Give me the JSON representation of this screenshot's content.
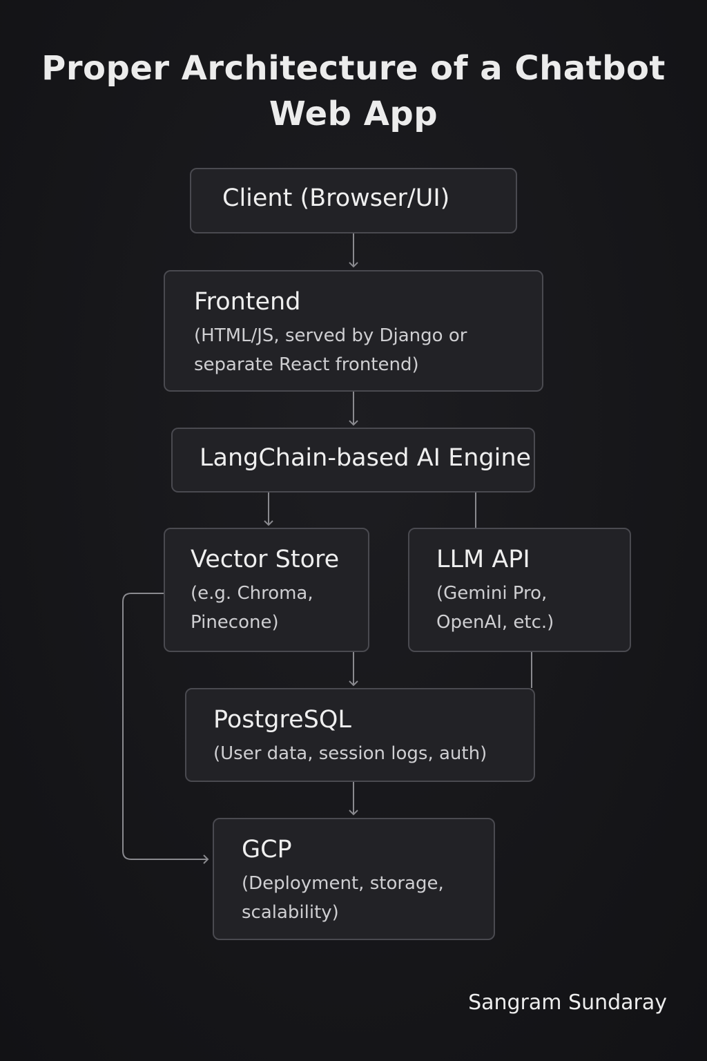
{
  "title": "Proper Architecture of a Chatbot Web App",
  "nodes": {
    "client": {
      "title": "Client (Browser/UI)"
    },
    "frontend": {
      "title": "Frontend",
      "desc": "(HTML/JS, served by Django or separate React frontend)"
    },
    "ai_engine": {
      "title": "LangChain-based AI Engine"
    },
    "vector_store": {
      "title": "Vector Store",
      "desc": "(e.g. Chroma, Pinecone)"
    },
    "llm_api": {
      "title": "LLM API",
      "desc": "(Gemini Pro, OpenAI, etc.)"
    },
    "postgres": {
      "title": "PostgreSQL",
      "desc": "(User data, session logs, auth)"
    },
    "gcp": {
      "title": "GCP",
      "desc": "(Deployment, storage, scalability)"
    }
  },
  "credit": "Sangram Sundaray",
  "colors": {
    "background": "#16161a",
    "box_fill": "#222226",
    "box_border": "#4a4a50",
    "connector": "#8a8a8f",
    "text": "#ececec"
  }
}
